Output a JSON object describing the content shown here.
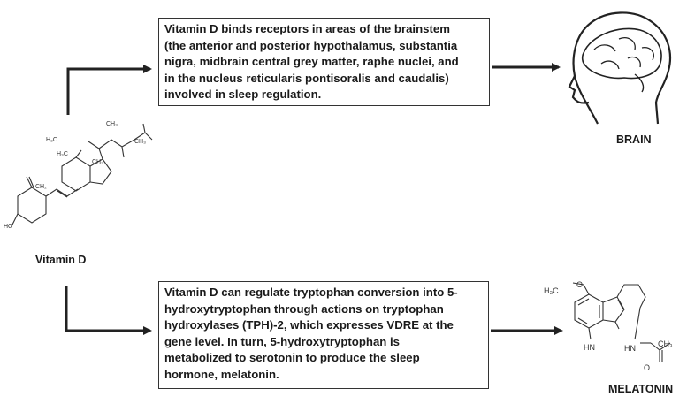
{
  "boxes": {
    "top": "Vitamin D binds receptors in areas of the brainstem\n(the anterior and posterior hypothalamus, substantia\nnigra, midbrain central grey matter, raphe nuclei, and\nin the nucleus reticularis pontisoralis and caudalis)\ninvolved in sleep regulation.",
    "bottom": "Vitamin D can regulate tryptophan conversion into 5-\nhydroxytryptophan through actions on tryptophan\nhydroxylases (TPH)-2, which expresses VDRE at the\ngene level. In turn, 5-hydroxytryptophan is\nmetabolized to serotonin to produce the sleep\nhormone, melatonin."
  },
  "labels": {
    "vitamin_d": "Vitamin D",
    "brain": "BRAIN",
    "melatonin": "MELATONIN"
  },
  "vitd_structure": {
    "h3c_a": "H₃C",
    "ch3_a": "CH₃",
    "ch3_b": "CH₃",
    "h3c_b": "H₃C",
    "ch3_c": "CH₃",
    "ch2": "CH₂",
    "ho": "HO"
  },
  "melatonin_structure": {
    "h3c_o": "H₃C",
    "o": "O",
    "hn_ring": "HN",
    "hn_amide": "HN",
    "ch3": "CH₃",
    "o_carbonyl": "O"
  }
}
